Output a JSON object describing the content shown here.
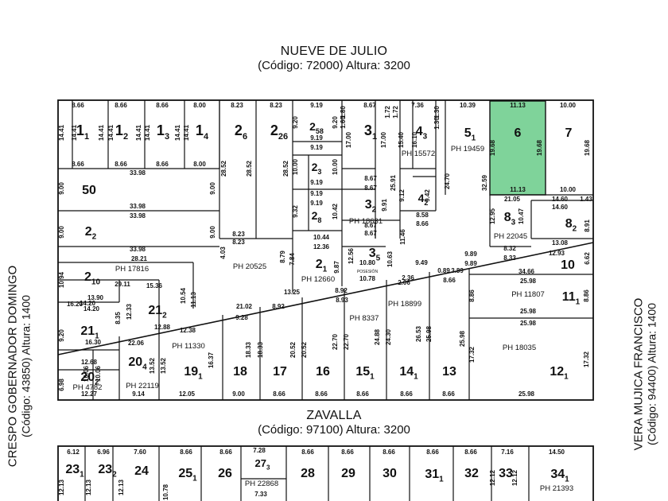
{
  "streets": {
    "north": {
      "name": "NUEVE DE JULIO",
      "code": "(Código: 72000) Altura: 3200"
    },
    "south": {
      "name": "ZAVALLA",
      "code": "(Código: 97100) Altura: 3200"
    },
    "west": {
      "name": "CRESPO GOBERNADOR DOMINGO",
      "code": "(Código: 43850) Altura: 1400"
    },
    "east": {
      "name": "VERA MUJICA FRANCISCO",
      "code": "(Código: 94400) Altura: 1400"
    }
  },
  "highlight_color": "#7fd39a",
  "highlighted_parcel": "6",
  "lots": [
    {
      "id": "lot-1-1",
      "label": "1",
      "sub": "1"
    },
    {
      "id": "lot-1-2",
      "label": "1",
      "sub": "2"
    },
    {
      "id": "lot-1-3",
      "label": "1",
      "sub": "3"
    },
    {
      "id": "lot-1-4",
      "label": "1",
      "sub": "4"
    },
    {
      "id": "lot-2-6",
      "label": "2",
      "sub": "6"
    },
    {
      "id": "lot-2-26",
      "label": "2",
      "sub": "26"
    },
    {
      "id": "lot-2-58",
      "label": "2",
      "sub": "58"
    },
    {
      "id": "lot-2-3",
      "label": "2",
      "sub": "3"
    },
    {
      "id": "lot-2-8",
      "label": "2",
      "sub": "8"
    },
    {
      "id": "lot-3-1",
      "label": "3",
      "sub": "1"
    },
    {
      "id": "lot-3-2",
      "label": "3",
      "sub": "2"
    },
    {
      "id": "lot-4-3",
      "label": "4",
      "sub": "3"
    },
    {
      "id": "lot-4-2",
      "label": "4",
      "sub": "2"
    },
    {
      "id": "lot-5-1",
      "label": "5",
      "sub": "1"
    },
    {
      "id": "lot-6",
      "label": "6",
      "sub": ""
    },
    {
      "id": "lot-7",
      "label": "7",
      "sub": ""
    },
    {
      "id": "lot-50",
      "label": "50",
      "sub": ""
    },
    {
      "id": "lot-2-2",
      "label": "2",
      "sub": "2"
    },
    {
      "id": "lot-8-3",
      "label": "8",
      "sub": "3"
    },
    {
      "id": "lot-8-2",
      "label": "8",
      "sub": "2"
    },
    {
      "id": "lot-2-10",
      "label": "2",
      "sub": "10"
    },
    {
      "id": "lot-2-1",
      "label": "2",
      "sub": "1"
    },
    {
      "id": "lot-3-5",
      "label": "3",
      "sub": "5"
    },
    {
      "id": "lot-10",
      "label": "10",
      "sub": ""
    },
    {
      "id": "lot-11-1",
      "label": "11",
      "sub": "1"
    },
    {
      "id": "lot-21-2",
      "label": "21",
      "sub": "2"
    },
    {
      "id": "lot-21-1",
      "label": "21",
      "sub": "1"
    },
    {
      "id": "lot-20-4",
      "label": "20",
      "sub": "4"
    },
    {
      "id": "lot-20-2",
      "label": "20",
      "sub": "2"
    },
    {
      "id": "lot-19-1",
      "label": "19",
      "sub": "1"
    },
    {
      "id": "lot-18",
      "label": "18",
      "sub": ""
    },
    {
      "id": "lot-17",
      "label": "17",
      "sub": ""
    },
    {
      "id": "lot-16",
      "label": "16",
      "sub": ""
    },
    {
      "id": "lot-15-1",
      "label": "15",
      "sub": "1"
    },
    {
      "id": "lot-14-1",
      "label": "14",
      "sub": "1"
    },
    {
      "id": "lot-13",
      "label": "13",
      "sub": ""
    },
    {
      "id": "lot-12-1",
      "label": "12",
      "sub": "1"
    },
    {
      "id": "lot-23-1",
      "label": "23",
      "sub": "1"
    },
    {
      "id": "lot-23-2",
      "label": "23",
      "sub": "2"
    },
    {
      "id": "lot-24",
      "label": "24",
      "sub": ""
    },
    {
      "id": "lot-25-1",
      "label": "25",
      "sub": "1"
    },
    {
      "id": "lot-26",
      "label": "26",
      "sub": ""
    },
    {
      "id": "lot-27-3",
      "label": "27",
      "sub": "3"
    },
    {
      "id": "lot-28",
      "label": "28",
      "sub": ""
    },
    {
      "id": "lot-29",
      "label": "29",
      "sub": ""
    },
    {
      "id": "lot-30",
      "label": "30",
      "sub": ""
    },
    {
      "id": "lot-31-1",
      "label": "31",
      "sub": "1"
    },
    {
      "id": "lot-32",
      "label": "32",
      "sub": ""
    },
    {
      "id": "lot-33",
      "label": "33",
      "sub": ""
    },
    {
      "id": "lot-34-1",
      "label": "34",
      "sub": "1"
    }
  ],
  "ph_labels": [
    {
      "id": "ph-15572",
      "text": "PH 15572"
    },
    {
      "id": "ph-19459",
      "text": "PH 19459"
    },
    {
      "id": "ph-18631",
      "text": "PH 18631"
    },
    {
      "id": "ph-22045",
      "text": "PH 22045"
    },
    {
      "id": "ph-17816",
      "text": "PH 17816"
    },
    {
      "id": "ph-20525",
      "text": "PH 20525"
    },
    {
      "id": "ph-12660",
      "text": "PH 12660"
    },
    {
      "id": "ph-18899",
      "text": "PH 18899"
    },
    {
      "id": "ph-11807",
      "text": "PH 11807"
    },
    {
      "id": "ph-8337",
      "text": "PH 8337"
    },
    {
      "id": "ph-11330",
      "text": "PH 11330"
    },
    {
      "id": "ph-18035",
      "text": "PH 18035"
    },
    {
      "id": "ph-4782",
      "text": "PH 4782"
    },
    {
      "id": "ph-22119",
      "text": "PH 22119"
    },
    {
      "id": "ph-22868",
      "text": "PH 22868"
    },
    {
      "id": "ph-21393",
      "text": "PH 21393"
    }
  ],
  "annotations": {
    "posesion": "POSESIÓN"
  },
  "dimensions_horizontal": [
    "8.66",
    "8.66",
    "8.66",
    "8.00",
    "8.23",
    "8.23",
    "9.19",
    "8.67",
    "7.36",
    "10.39",
    "11.13",
    "10.00",
    "8.66",
    "8.66",
    "8.66",
    "8.00",
    "9.19",
    "9.19",
    "9.19",
    "9.19",
    "9.19",
    "33.98",
    "33.98",
    "33.98",
    "33.98",
    "8.67",
    "8.67",
    "8.67",
    "8.67",
    "8.58",
    "8.66",
    "11.13",
    "10.00",
    "21.05",
    "14.60",
    "1.43",
    "14.60",
    "8.23",
    "8.23",
    "10.44",
    "12.36",
    "13.08",
    "12.93",
    "28.21",
    "8.32",
    "8.33",
    "34.66",
    "25.98",
    "25.98",
    "25.98",
    "9.89",
    "9.89",
    "9.49",
    "15.36",
    "29.11",
    "14.20",
    "14.20",
    "13.90",
    "16.20",
    "13.25",
    "21.02",
    "9.28",
    "12.38",
    "12.88",
    "22.06",
    "16.30",
    "12.68",
    "12.27",
    "9.14",
    "12.05",
    "9.00",
    "8.66",
    "8.66",
    "8.66",
    "8.66",
    "8.66",
    "25.98",
    "10.80",
    "10.78",
    "8.92",
    "8.93",
    "8.92",
    "8.66",
    "6.12",
    "6.96",
    "7.60",
    "8.66",
    "8.66",
    "7.28",
    "8.66",
    "8.66",
    "8.66",
    "8.66",
    "8.66",
    "7.16",
    "14.50",
    "7.33",
    "3.89",
    "0.89",
    "2.36",
    "2.06"
  ],
  "dimensions_vertical": [
    "14.41",
    "14.41",
    "14.41",
    "14.41",
    "14.41",
    "14.41",
    "14.41",
    "14.41",
    "28.52",
    "28.52",
    "28.52",
    "9.20",
    "9.20",
    "10.00",
    "10.00",
    "9.32",
    "10.42",
    "17.00",
    "17.00",
    "15.40",
    "16.10",
    "25.91",
    "9.91",
    "9.12",
    "9.42",
    "24.70",
    "19.68",
    "19.68",
    "19.68",
    "9.00",
    "9.00",
    "9.00",
    "9.00",
    "4.03",
    "32.59",
    "12.95",
    "10.47",
    "8.91",
    "6.62",
    "10.94",
    "8.79",
    "7.84",
    "12.56",
    "9.87",
    "11.46",
    "10.63",
    "9.20",
    "10.54",
    "11.13",
    "8.35",
    "12.33",
    "6.98",
    "10.06",
    "10.06",
    "13.52",
    "13.52",
    "16.37",
    "18.33",
    "18.33",
    "20.52",
    "20.52",
    "22.70",
    "22.70",
    "24.88",
    "24.30",
    "26.53",
    "25.98",
    "25.98",
    "17.32",
    "17.32",
    "8.86",
    "8.86",
    "12.13",
    "12.13",
    "12.13",
    "10.78",
    "12.12",
    "12.12",
    "1.72",
    "1.72",
    "1.30",
    "1.30",
    "1.80",
    "1.60"
  ]
}
